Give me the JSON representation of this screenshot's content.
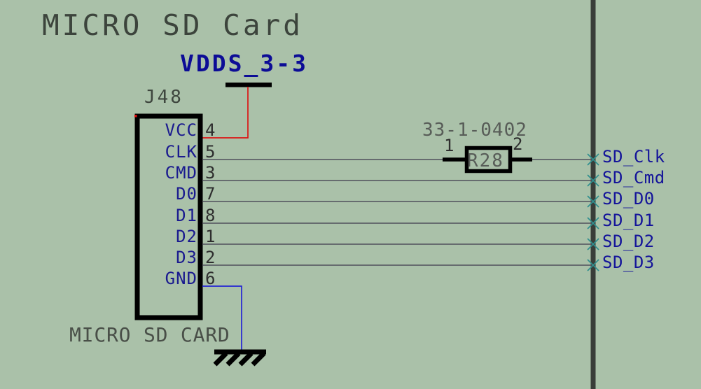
{
  "sheet": {
    "title": "MICRO SD Card",
    "power_net": "VDDS_3-3"
  },
  "connector": {
    "refdes": "J48",
    "label": "MICRO SD CARD",
    "pins": [
      {
        "name": "VCC",
        "number": "4"
      },
      {
        "name": "CLK",
        "number": "5"
      },
      {
        "name": "CMD",
        "number": "3"
      },
      {
        "name": "D0",
        "number": "7"
      },
      {
        "name": "D1",
        "number": "8"
      },
      {
        "name": "D2",
        "number": "1"
      },
      {
        "name": "D3",
        "number": "2"
      },
      {
        "name": "GND",
        "number": "6"
      }
    ]
  },
  "resistor": {
    "refdes": "R28",
    "part_number": "33-1-0402",
    "pin1": "1",
    "pin2": "2"
  },
  "nets": [
    "SD_Clk",
    "SD_Cmd",
    "SD_D0",
    "SD_D1",
    "SD_D2",
    "SD_D3"
  ],
  "colors": {
    "background": "#aac1a9",
    "wire": "#50505c",
    "power_wire_red": "#dc1414",
    "ground_wire_blue": "#2424d4",
    "net_text_navy": "#14149a",
    "pin_text_navy": "#1a1a8f",
    "component_black": "#000000",
    "bus_divider": "#393d39",
    "port_marker_teal": "#2f8f8f",
    "annotation_gray": "#585d58"
  }
}
